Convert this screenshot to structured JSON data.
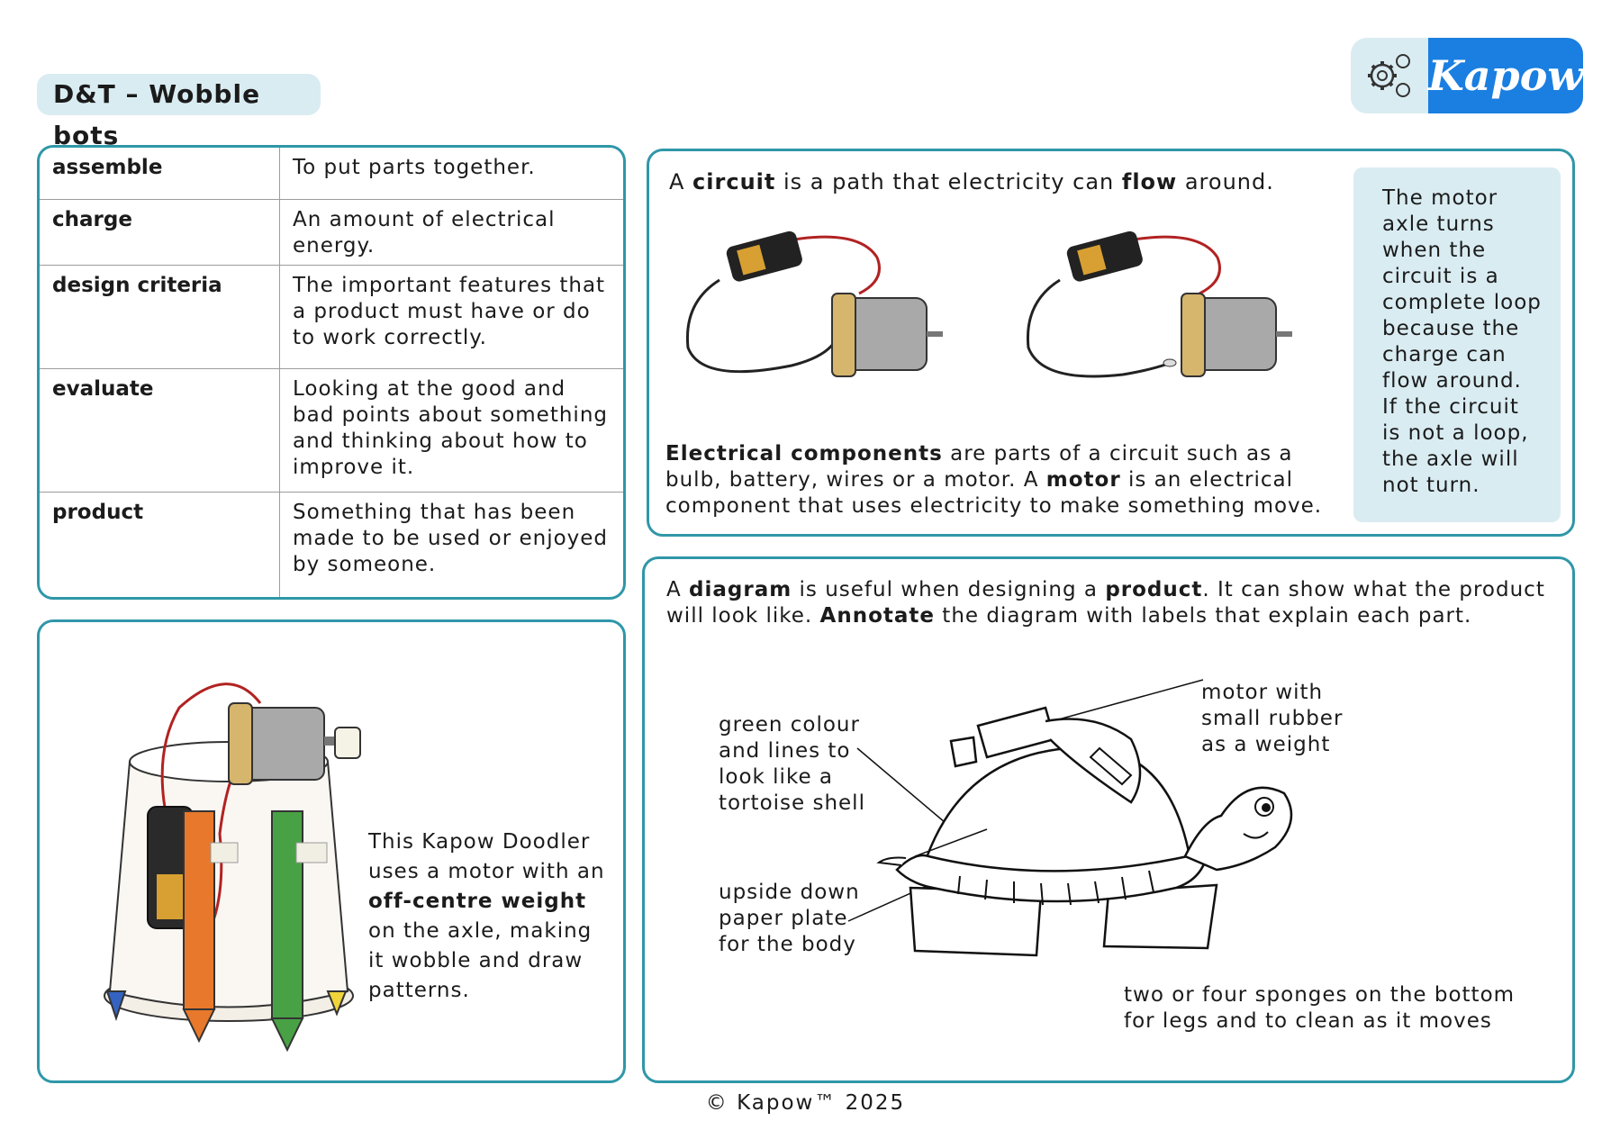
{
  "header": {
    "title": "D&T – Wobble bots"
  },
  "logo": {
    "brand": "Kapow",
    "icon": "gears-icon"
  },
  "glossary": [
    {
      "term": "assemble",
      "definition": "To put parts together."
    },
    {
      "term": "charge",
      "definition": "An amount of electrical energy."
    },
    {
      "term": "design criteria",
      "definition": "The important features that a product must have or do to work correctly."
    },
    {
      "term": "evaluate",
      "definition": "Looking at the good and bad points about something and thinking about how to improve it."
    },
    {
      "term": "product",
      "definition": "Something that has been made to be used or enjoyed by someone."
    }
  ],
  "doodler": {
    "text_1": "This Kapow Doodler uses a motor with an ",
    "bold_1": "off-centre weight",
    "text_2": " on the axle, making it wobble and draw patterns."
  },
  "circuit": {
    "intro_1": "A ",
    "intro_bold_1": "circuit",
    "intro_2": " is a path that electricity can ",
    "intro_bold_2": "flow",
    "intro_3": " around.",
    "desc_bold_1": "Electrical components",
    "desc_1": " are parts of a circuit such as a bulb, battery, wires or a motor. A ",
    "desc_bold_2": "motor",
    "desc_2": " is an electrical component that uses electricity to make something move.",
    "motor_note": "The motor axle turns when the circuit is a complete loop because the charge can flow around. If the circuit is not a loop, the axle will not turn."
  },
  "diagram": {
    "intro_1": "A ",
    "intro_bold_1": "diagram",
    "intro_2": " is useful when designing a ",
    "intro_bold_2": "product",
    "intro_3": ". It can show what the product will look like. ",
    "intro_bold_3": "Annotate",
    "intro_4": " the diagram with labels that explain each part.",
    "label_shell": "green colour and lines  to look like a tortoise shell",
    "label_motor": "motor with small rubber as a weight",
    "label_plate": "upside down paper plate for the body",
    "label_sponges": "two or four sponges on the bottom for legs and to clean as it moves"
  },
  "footer": {
    "copyright": "© Kapow™ 2025"
  },
  "colors": {
    "panel_border": "#2f97a8",
    "pale_blue": "#d9ecf2",
    "brand_blue": "#1a7fe0"
  }
}
